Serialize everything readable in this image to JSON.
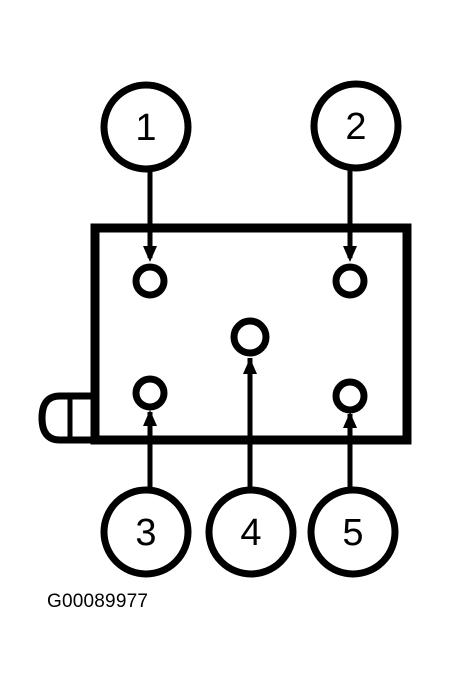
{
  "diagram": {
    "callouts": [
      {
        "label": "1"
      },
      {
        "label": "2"
      },
      {
        "label": "3"
      },
      {
        "label": "4"
      },
      {
        "label": "5"
      }
    ],
    "figure_id": "G00089977"
  },
  "colors": {
    "line": "#000000",
    "background": "#ffffff"
  }
}
